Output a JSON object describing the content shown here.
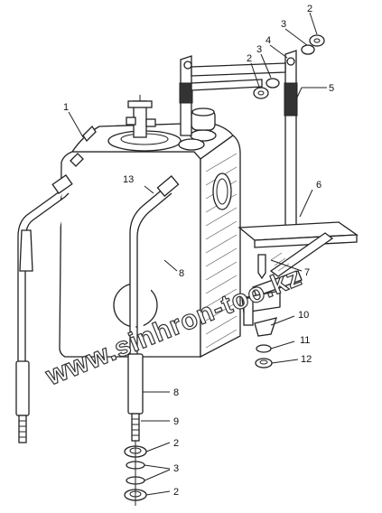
{
  "watermark": "www.sinhron-too.kz",
  "labels": {
    "l1": "1",
    "l2a": "2",
    "l2b": "2",
    "l3a": "3",
    "l3b": "3",
    "l4": "4",
    "l5": "5",
    "l6": "6",
    "l7": "7",
    "l8a": "8",
    "l8b": "8",
    "l9": "9",
    "l10": "10",
    "l11": "11",
    "l12": "12",
    "l13": "13",
    "l2c": "2",
    "l3c": "3",
    "l2d": "2"
  }
}
